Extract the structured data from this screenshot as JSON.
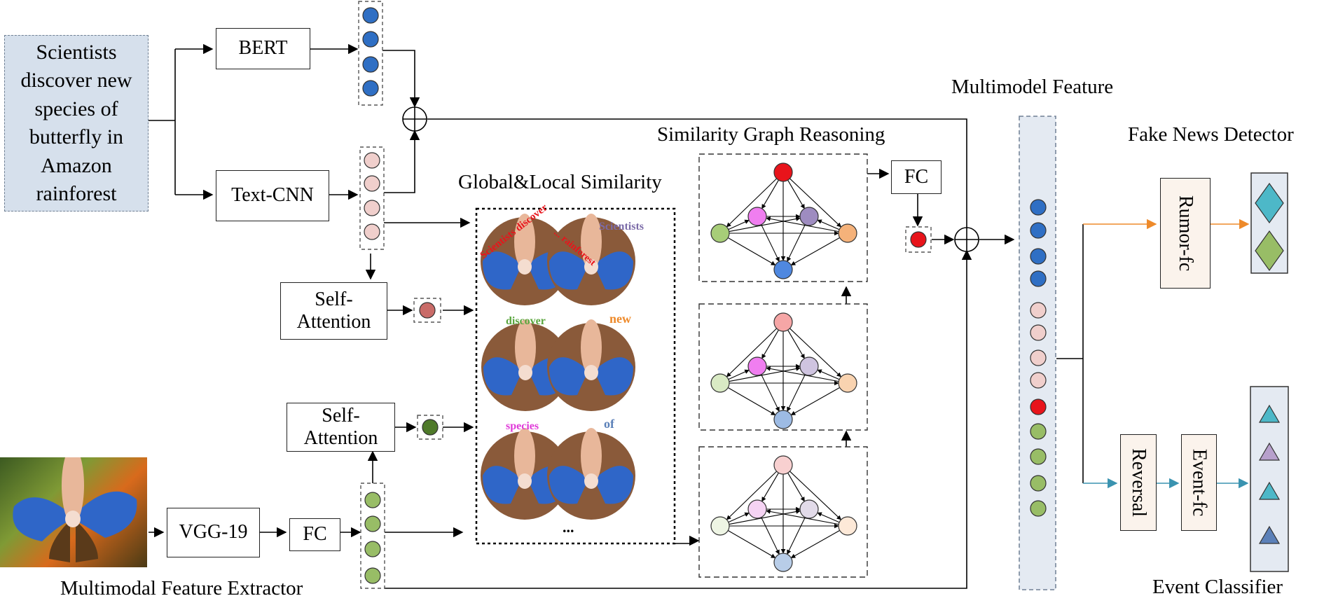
{
  "news_text": "Scientists discover new species of butterfly in Amazon rainforest",
  "labels": {
    "bert": "BERT",
    "text_cnn": "Text-CNN",
    "self_attention": "Self-Attention",
    "vgg19": "VGG-19",
    "fc": "FC",
    "global_local": "Global&Local Similarity",
    "similarity_graph": "Similarity Graph Reasoning",
    "multimodel_feature": "Multimodel Feature",
    "fake_news_detector": "Fake News Detector",
    "rumor_fc": "Rumor-fc",
    "reversal": "Reversal",
    "event_fc": "Event-fc",
    "extractor": "Multimodal Feature Extractor",
    "event_classifier": "Event Classifier",
    "ellipsis": "..."
  },
  "word_labels": [
    "Scientists discover",
    "... rainforest",
    "Scientists",
    "discover",
    "new",
    "species",
    "of"
  ],
  "colors": {
    "bert_node": "#2f6fc4",
    "cnn_node": "#f0cfcc",
    "text_att_node": "#c96b68",
    "img_att_node": "#4f7a2a",
    "img_node": "#98bd66",
    "fused_node": "#e8141b",
    "news_bg": "#d6e0ec",
    "orange_arrow": "#ee8a2a",
    "teal_arrow": "#3a93b0",
    "diamond": "#4db8c8",
    "diamond2": "#98bd66",
    "triangle_teal": "#4db8c8",
    "triangle_purple": "#b7a0cc",
    "triangle_blue": "#5b80b8"
  }
}
